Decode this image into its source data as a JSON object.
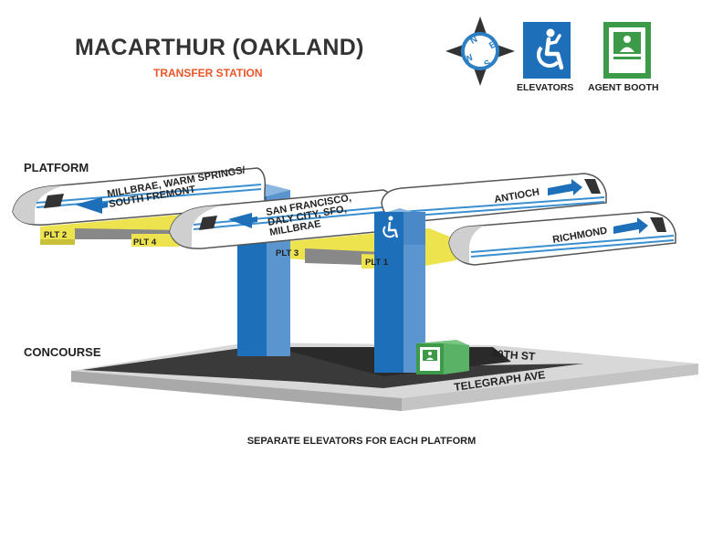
{
  "header": {
    "title": "MACARTHUR (OAKLAND)",
    "subtitle": "TRANSFER STATION"
  },
  "legend": {
    "elevators_label": "ELEVATORS",
    "agent_booth_label": "AGENT BOOTH",
    "compass": {
      "north": "N",
      "east": "E",
      "south": "S",
      "west": "W"
    }
  },
  "levels": {
    "platform_label": "PLATFORM",
    "concourse_label": "CONCOURSE"
  },
  "platforms": {
    "plt1": "PLT 1",
    "plt2": "PLT 2",
    "plt3": "PLT 3",
    "plt4": "PLT 4"
  },
  "trains": {
    "millbrae_line1": "MILLBRAE, WARM SPRINGS/",
    "millbrae_line2": "SOUTH FREMONT",
    "sf_line1": "SAN FRANCISCO,",
    "sf_line2": "DALY CITY, SFO,",
    "sf_line3": "MILLBRAE",
    "antioch": "ANTIOCH",
    "richmond": "RICHMOND"
  },
  "streets": {
    "street1": "40TH ST",
    "street2": "TELEGRAPH AVE"
  },
  "caption": "SEPARATE ELEVATORS FOR EACH PLATFORM",
  "colors": {
    "elevator_blue": "#1d6fba",
    "booth_green": "#3c9a48",
    "platform_yellow": "#ece34e",
    "title_orange": "#e8562a",
    "train_stripe": "#3a8fd0"
  }
}
